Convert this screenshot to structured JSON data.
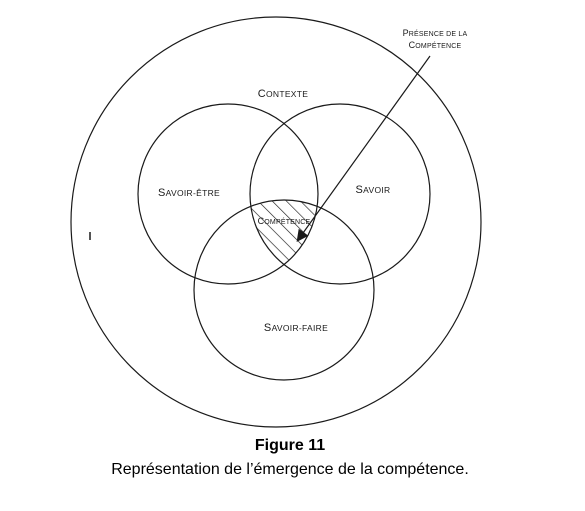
{
  "diagram": {
    "labels": {
      "context": "Contexte",
      "savoir_etre": "Savoir-être",
      "savoir": "Savoir",
      "savoir_faire": "Savoir-faire",
      "competence": "Compétence"
    },
    "pointer_label": {
      "line1": "Présence de la",
      "line2": "compétence"
    }
  },
  "caption": {
    "title": "Figure 11",
    "text": "Représentation de l’émergence de la compétence."
  },
  "colors": {
    "stroke": "#1a1a1a",
    "background": "#ffffff"
  }
}
